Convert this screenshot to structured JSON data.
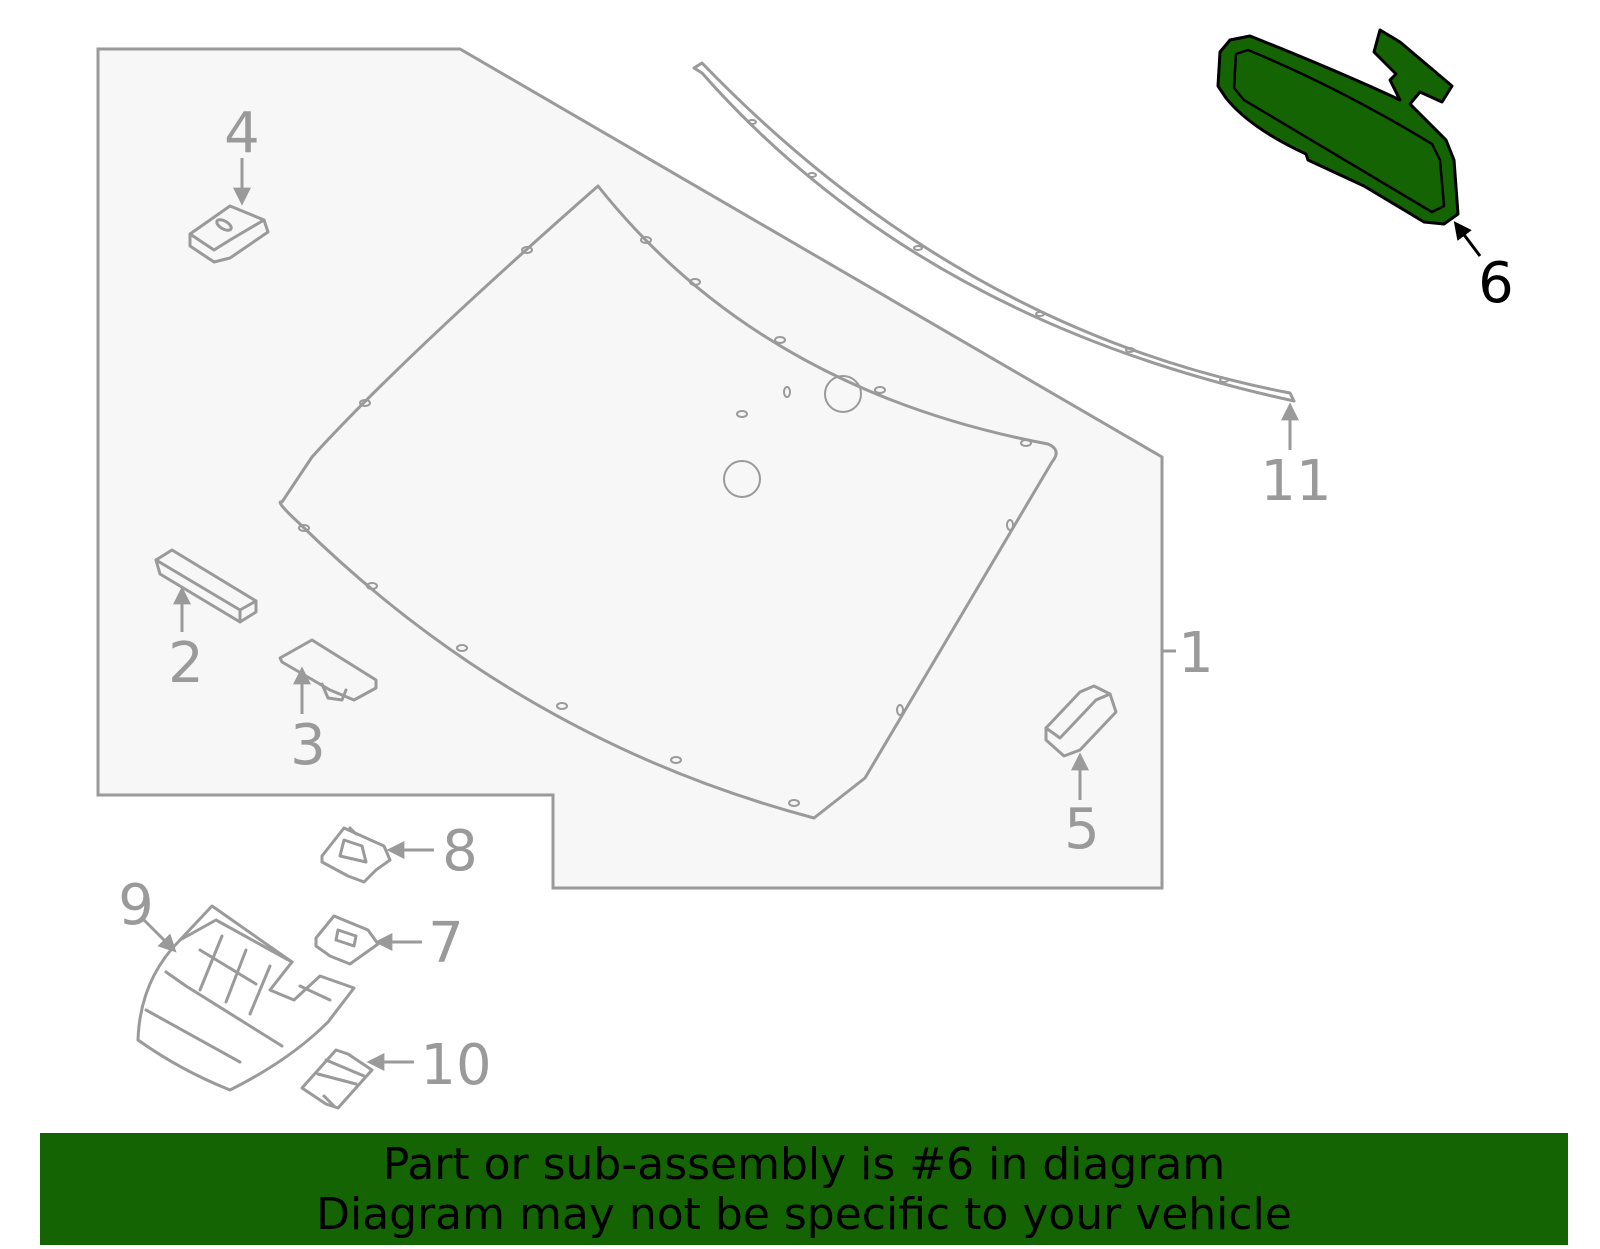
{
  "diagram": {
    "callouts": [
      {
        "id": "1",
        "label": "1"
      },
      {
        "id": "2",
        "label": "2"
      },
      {
        "id": "3",
        "label": "3"
      },
      {
        "id": "4",
        "label": "4"
      },
      {
        "id": "5",
        "label": "5"
      },
      {
        "id": "6",
        "label": "6"
      },
      {
        "id": "7",
        "label": "7"
      },
      {
        "id": "8",
        "label": "8"
      },
      {
        "id": "9",
        "label": "9"
      },
      {
        "id": "10",
        "label": "10"
      },
      {
        "id": "11",
        "label": "11"
      }
    ],
    "highlighted_part": "6"
  },
  "colors": {
    "highlight": "#146404",
    "outline": "#9a9a9a",
    "panel_fill": "#f7f7f7"
  },
  "banner": {
    "line1": "Part or sub-assembly is #6 in diagram",
    "line2": "Diagram may not be specific to your vehicle"
  }
}
